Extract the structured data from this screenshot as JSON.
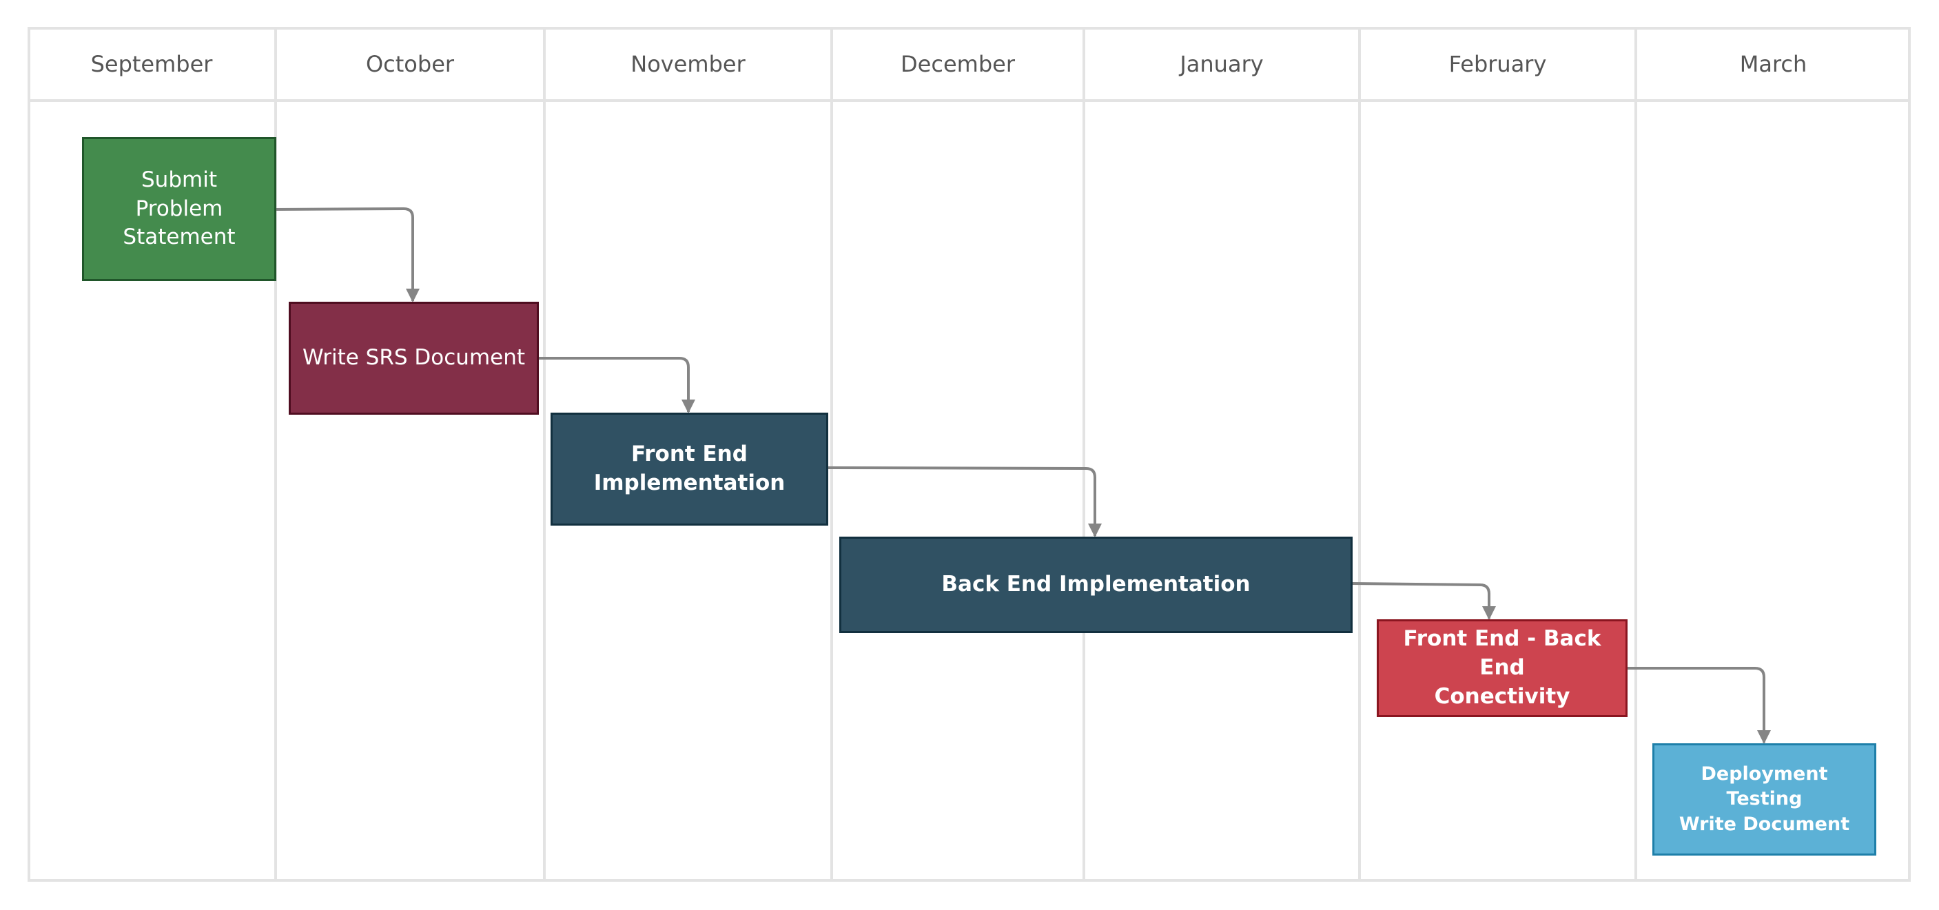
{
  "months": [
    {
      "id": "september",
      "label": "September"
    },
    {
      "id": "october",
      "label": "October"
    },
    {
      "id": "november",
      "label": "November"
    },
    {
      "id": "december",
      "label": "December"
    },
    {
      "id": "january",
      "label": "January"
    },
    {
      "id": "february",
      "label": "February"
    },
    {
      "id": "march",
      "label": "March"
    }
  ],
  "tasks": [
    {
      "id": "submit-problem-statement",
      "label": "Submit\nProblem\nStatement",
      "color": "#448b4d",
      "border": "#20562a"
    },
    {
      "id": "write-srs-document",
      "label": "Write SRS Document",
      "color": "#832f48",
      "border": "#4f0d20"
    },
    {
      "id": "front-end-implementation",
      "label": "Front End\nImplementation",
      "color": "#305163",
      "border": "#12303f"
    },
    {
      "id": "back-end-implementation",
      "label": "Back End Implementation",
      "color": "#305163",
      "border": "#12303f"
    },
    {
      "id": "front-end-back-end-conectivity",
      "label": "Front End - Back End\nConectivity",
      "color": "#cd444f",
      "border": "#8a1520"
    },
    {
      "id": "deployment-testing-write-document",
      "label": "Deployment\nTesting\nWrite Document",
      "color": "#5cb1d6",
      "border": "#1e7fa9"
    }
  ],
  "colors": {
    "grid_line": "#e3e3e3",
    "month_text": "#555555",
    "connector": "#858585"
  }
}
